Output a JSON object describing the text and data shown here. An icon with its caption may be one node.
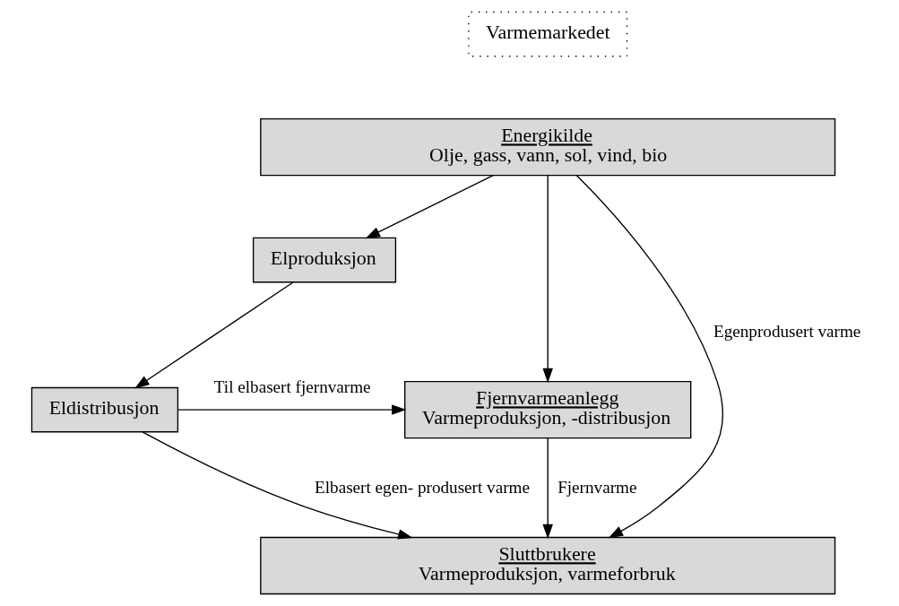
{
  "diagram": {
    "nodes": [
      {
        "text": [
          "Varmemarkedet"
        ]
      },
      {
        "text": [
          "Energikilde",
          "Olje, gass, vann, sol, vind, bio"
        ]
      },
      {
        "text": [
          "Elproduksjon"
        ]
      },
      {
        "text": [
          "Fjernvarmeanlegg",
          "Varmeproduksjon, -distribusjon"
        ]
      },
      {
        "text": [
          "Eldistribusjon"
        ]
      },
      {
        "text": [
          "Sluttbrukere",
          "Varmeproduksjon, varmeforbruk"
        ]
      }
    ],
    "edges": [
      {
        "from": 1,
        "to": 5,
        "arrow": "to",
        "label": "Egenprodusert varme"
      },
      {
        "from": 1,
        "to": 3,
        "arrow": "to"
      },
      {
        "from": 1,
        "to": 2,
        "arrow": "to"
      },
      {
        "from": 2,
        "to": 4,
        "arrow": "to"
      },
      {
        "from": 4,
        "to": 3,
        "arrow": "to",
        "label": "Til elbasert fjernvarme"
      },
      {
        "from": 3,
        "to": 5,
        "arrow": "to",
        "label": "Fjernvarme"
      },
      {
        "from": 4,
        "to": 5,
        "arrow": "to",
        "label": "Elbasert egen- produsert varme"
      }
    ]
  }
}
